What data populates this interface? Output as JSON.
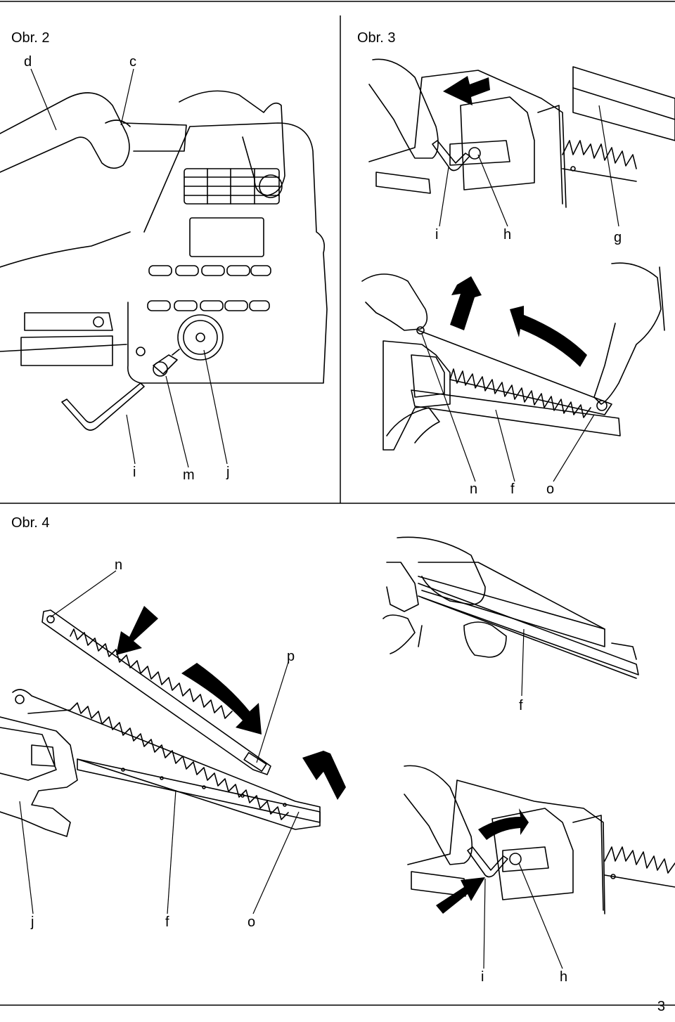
{
  "figures": {
    "obr2": {
      "title": "Obr. 2",
      "labels": {
        "d": "d",
        "c": "c",
        "i": "i",
        "m": "m",
        "j": "j"
      }
    },
    "obr3": {
      "title": "Obr. 3",
      "labels": {
        "i": "i",
        "h": "h",
        "g": "g",
        "n": "n",
        "f": "f",
        "o": "o"
      }
    },
    "obr4": {
      "title": "Obr. 4",
      "labels": {
        "n": "n",
        "p": "p",
        "j": "j",
        "f1": "f",
        "o": "o",
        "f2": "f",
        "i": "i",
        "h": "h"
      }
    }
  },
  "page_number": "3"
}
